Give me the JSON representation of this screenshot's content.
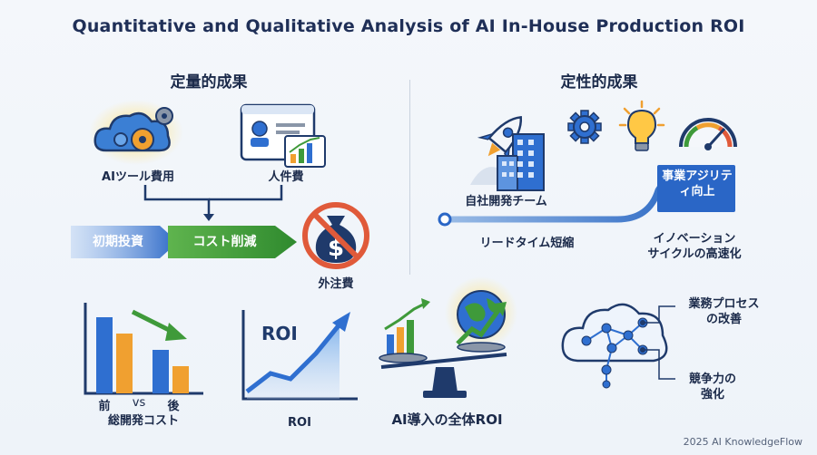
{
  "title": "Quantitative and Qualitative Analysis of AI In-House Production ROI",
  "quantitative": {
    "heading": "定量的成果",
    "ai_tool_cost": "AIツール費用",
    "personnel_cost": "人件費",
    "initial_investment": "初期投資",
    "cost_reduction": "コスト削減",
    "outsourcing_cost": "外注費",
    "before": "前",
    "vs": "vs",
    "after": "後",
    "total_dev_cost": "総開発コスト",
    "roi_chart_label": "ROI",
    "roi_caption": "ROI",
    "overall_roi": "AI導入の全体ROI"
  },
  "qualitative": {
    "heading": "定性的成果",
    "inhouse_team": "自社開発チーム",
    "lead_time": "リードタイム短縮",
    "agility_line1": "事業アジリテ",
    "agility_line2": "ィ向上",
    "innovation_line1": "イノベーション",
    "innovation_line2": "サイクルの高速化",
    "process_line1": "業務プロセス",
    "process_line2": "の改善",
    "competitiveness_line1": "競争力の",
    "competitiveness_line2": "強化"
  },
  "footer": "2025 AI KnowledgeFlow",
  "colors": {
    "navy": "#1f3a6b",
    "blue": "#2f6fd0",
    "green": "#3f9a3a",
    "orange": "#f0a030",
    "red": "#e05a3a"
  }
}
